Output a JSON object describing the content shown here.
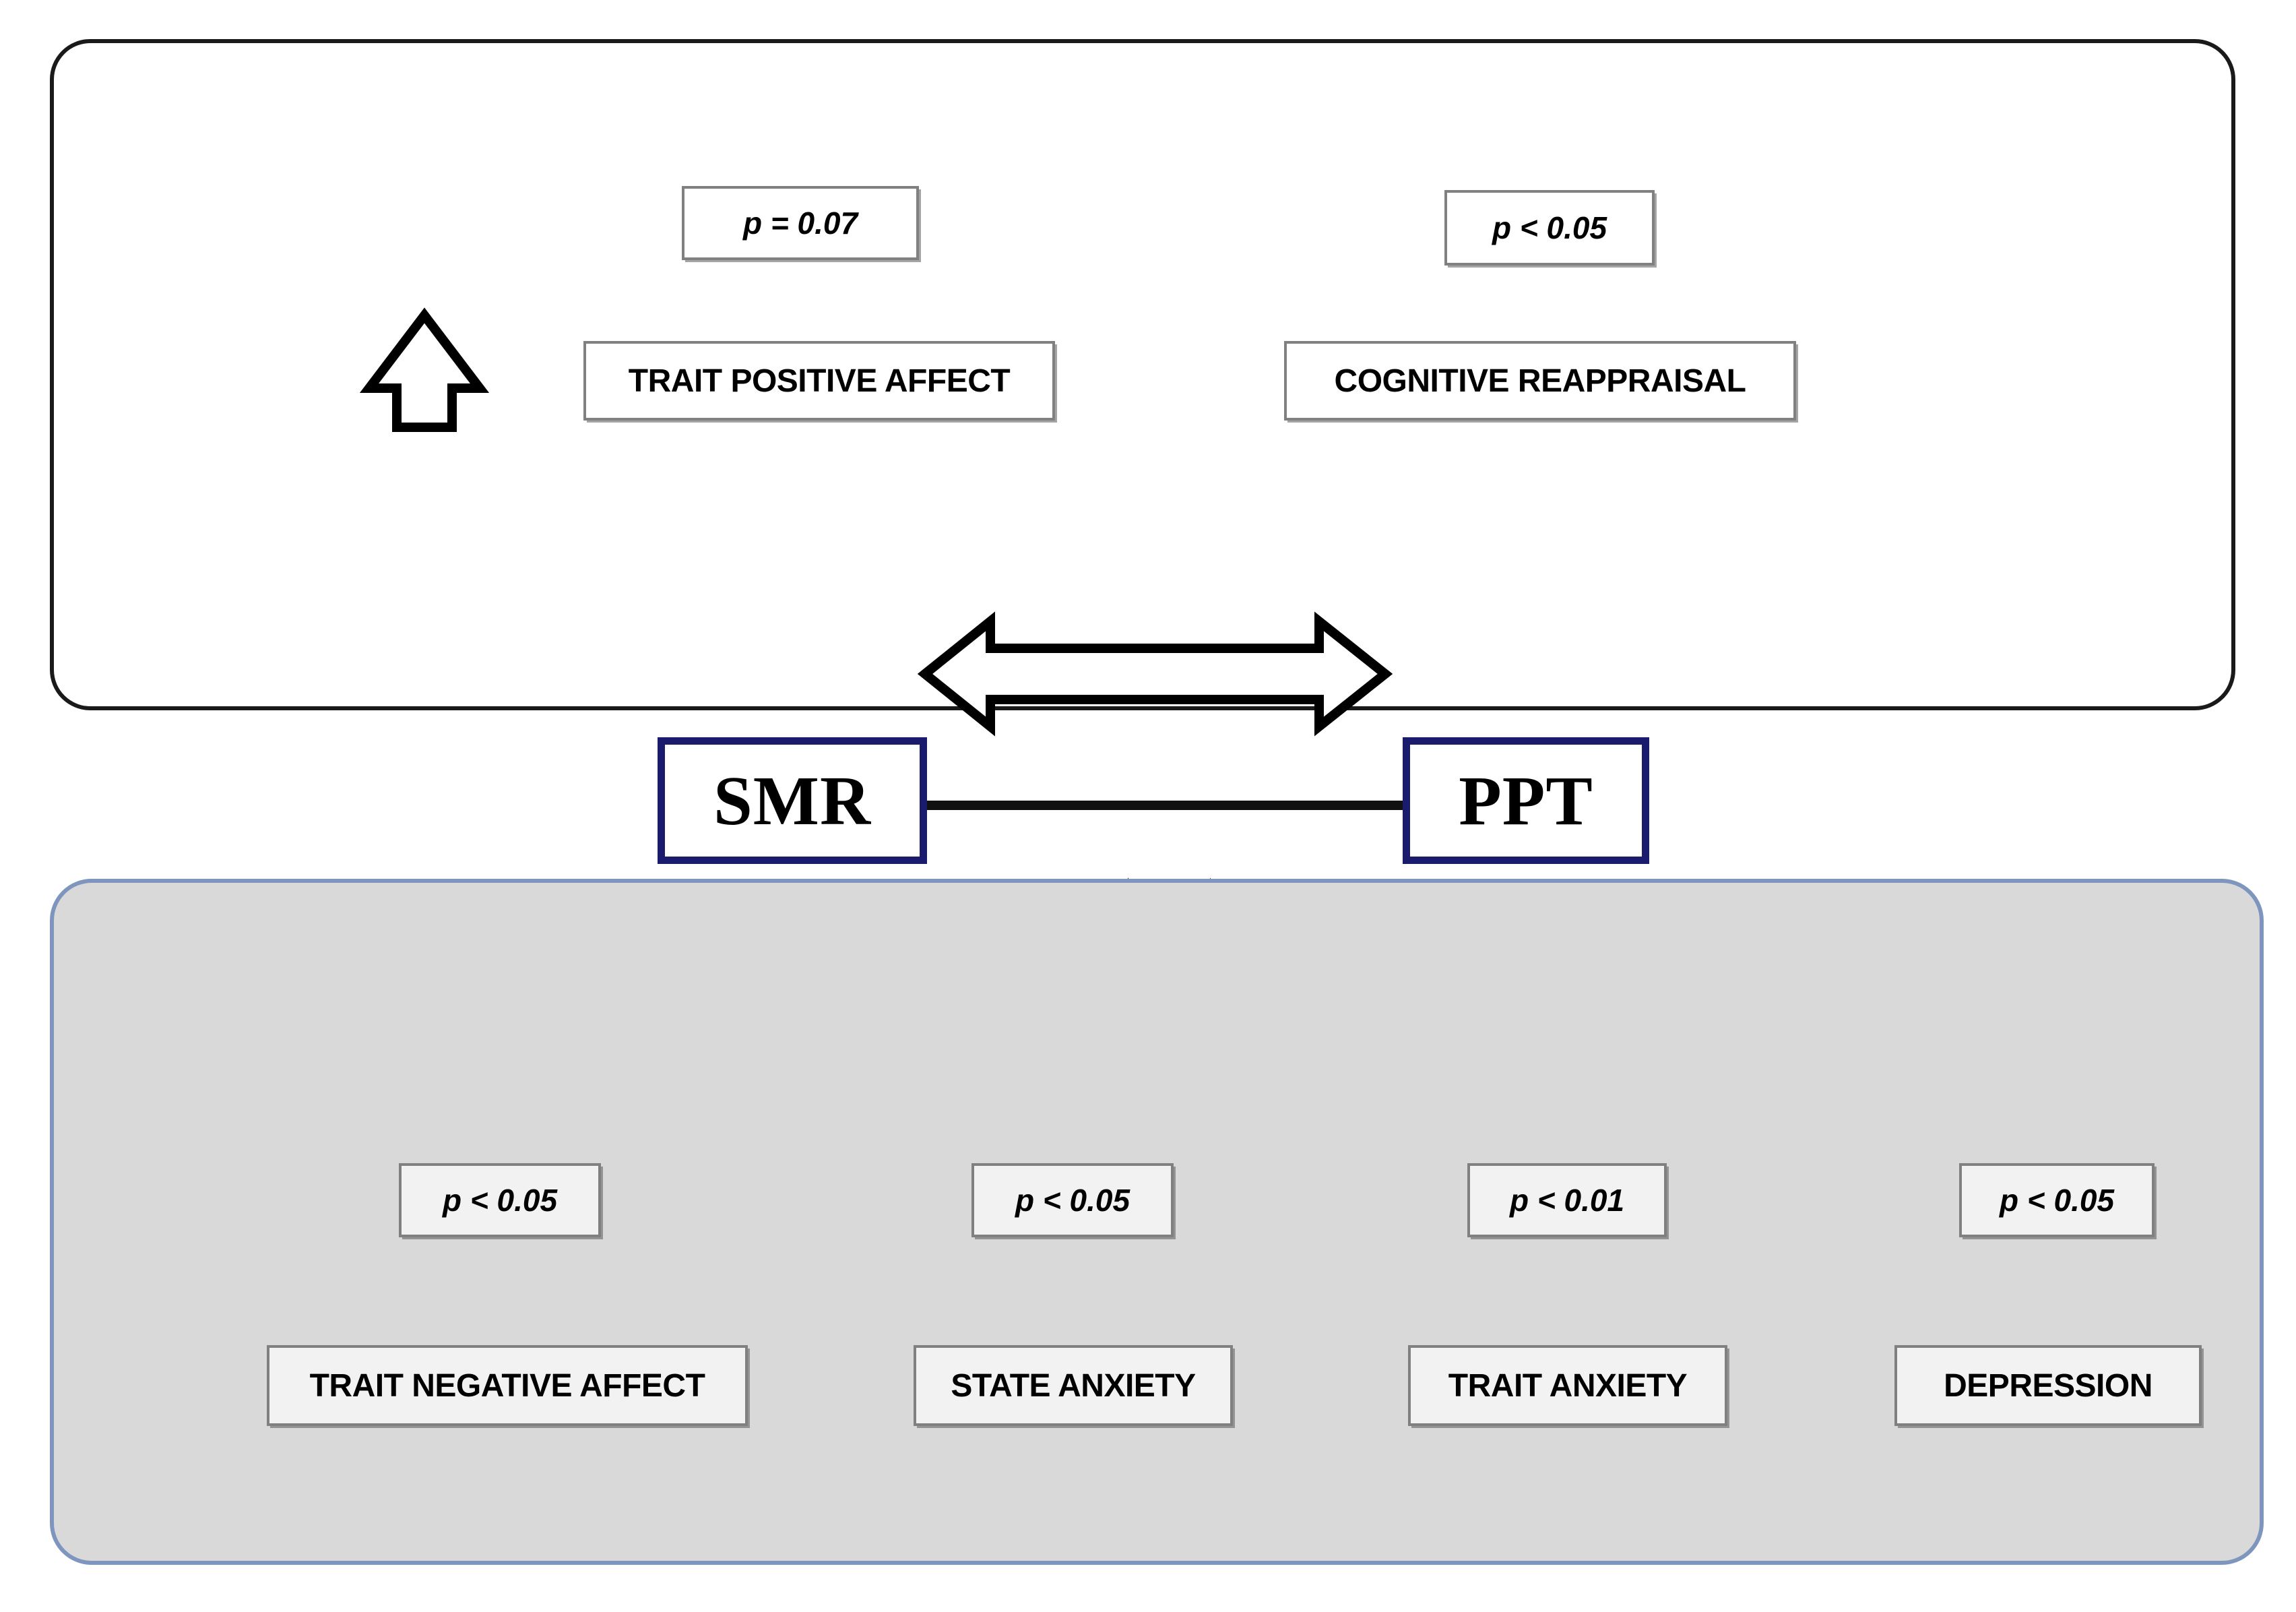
{
  "diagram": {
    "title": "SMR and PPT correlates diagram",
    "colors": {
      "panel_top_border": "#1a1a1a",
      "panel_bottom_border": "#7e96bd",
      "panel_bottom_fill": "#d9d9d9",
      "key_box_border": "#1b1b6e",
      "node_border": "#808080",
      "node_fill_white": "#ffffff",
      "node_fill_gray": "#f2f2f2",
      "arrow_outline": "#000000",
      "arrow_fill_white": "#ffffff",
      "arrow_fill_gray": "#f0f0f0",
      "ellipse_stroke": "#000000"
    },
    "top_panel": {
      "items": [
        {
          "p_value": "p = 0.07",
          "label": "TRAIT POSITIVE AFFECT"
        },
        {
          "p_value": "p < 0.05",
          "label": "COGNITIVE REAPPRAISAL"
        }
      ],
      "direction_icon": "up-arrow-icon"
    },
    "center": {
      "left_node": "SMR",
      "right_node": "PPT",
      "link_icon": "horizontal-connector-line",
      "top_relation_icon": "double-headed-horizontal-arrow-icon",
      "bottom_relation_icons": [
        "right-arrow-icon",
        "left-arrow-icon"
      ]
    },
    "bottom_panel": {
      "items": [
        {
          "p_value": "p < 0.05",
          "label": "TRAIT NEGATIVE AFFECT",
          "highlighted": false
        },
        {
          "p_value": "p < 0.05",
          "label": "STATE ANXIETY",
          "highlighted": false
        },
        {
          "p_value": "p < 0.01",
          "label": "TRAIT ANXIETY",
          "highlighted": true
        },
        {
          "p_value": "p < 0.05",
          "label": "DEPRESSION",
          "highlighted": false
        }
      ],
      "direction_icon": "up-arrow-icon",
      "highlight_icon": "ellipse-highlight"
    }
  }
}
